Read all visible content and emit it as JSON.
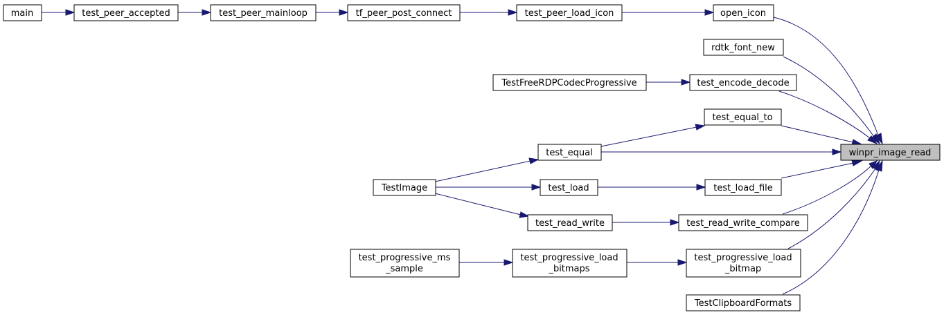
{
  "diagram": {
    "nodes": {
      "main": "main",
      "test_peer_accepted": "test_peer_accepted",
      "test_peer_mainloop": "test_peer_mainloop",
      "tf_peer_post_connect": "tf_peer_post_connect",
      "test_peer_load_icon": "test_peer_load_icon",
      "open_icon": "open_icon",
      "rdtk_font_new": "rdtk_font_new",
      "TestFreeRDPCodecProgressive": "TestFreeRDPCodecProgressive",
      "test_encode_decode": "test_encode_decode",
      "test_equal_to": "test_equal_to",
      "test_equal": "test_equal",
      "winpr_image_read": "winpr_image_read",
      "TestImage": "TestImage",
      "test_load": "test_load",
      "test_load_file": "test_load_file",
      "test_read_write": "test_read_write",
      "test_read_write_compare": "test_read_write_compare",
      "test_progressive_ms_sample_l1": "test_progressive_ms",
      "test_progressive_ms_sample_l2": "_sample",
      "test_progressive_load_bitmaps_l1": "test_progressive_load",
      "test_progressive_load_bitmaps_l2": "_bitmaps",
      "test_progressive_load_bitmap_l1": "test_progressive_load",
      "test_progressive_load_bitmap_l2": "_bitmap",
      "TestClipboardFormats": "TestClipboardFormats"
    },
    "edges": [
      {
        "from": "main",
        "to": "test_peer_accepted"
      },
      {
        "from": "test_peer_accepted",
        "to": "test_peer_mainloop"
      },
      {
        "from": "test_peer_mainloop",
        "to": "tf_peer_post_connect"
      },
      {
        "from": "tf_peer_post_connect",
        "to": "test_peer_load_icon"
      },
      {
        "from": "test_peer_load_icon",
        "to": "open_icon"
      },
      {
        "from": "open_icon",
        "to": "winpr_image_read"
      },
      {
        "from": "rdtk_font_new",
        "to": "winpr_image_read"
      },
      {
        "from": "TestFreeRDPCodecProgressive",
        "to": "test_encode_decode"
      },
      {
        "from": "test_encode_decode",
        "to": "winpr_image_read"
      },
      {
        "from": "test_equal_to",
        "to": "winpr_image_read"
      },
      {
        "from": "test_equal",
        "to": "test_equal_to"
      },
      {
        "from": "test_equal",
        "to": "winpr_image_read"
      },
      {
        "from": "TestImage",
        "to": "test_equal"
      },
      {
        "from": "TestImage",
        "to": "test_load"
      },
      {
        "from": "TestImage",
        "to": "test_read_write"
      },
      {
        "from": "test_load",
        "to": "test_load_file"
      },
      {
        "from": "test_load_file",
        "to": "winpr_image_read"
      },
      {
        "from": "test_read_write",
        "to": "test_read_write_compare"
      },
      {
        "from": "test_read_write_compare",
        "to": "winpr_image_read"
      },
      {
        "from": "test_progressive_ms_sample",
        "to": "test_progressive_load_bitmaps"
      },
      {
        "from": "test_progressive_load_bitmaps",
        "to": "test_progressive_load_bitmap"
      },
      {
        "from": "test_progressive_load_bitmap",
        "to": "winpr_image_read"
      },
      {
        "from": "TestClipboardFormats",
        "to": "winpr_image_read"
      }
    ],
    "highlight_color": "#bfbfbf",
    "edge_color": "#191970"
  }
}
